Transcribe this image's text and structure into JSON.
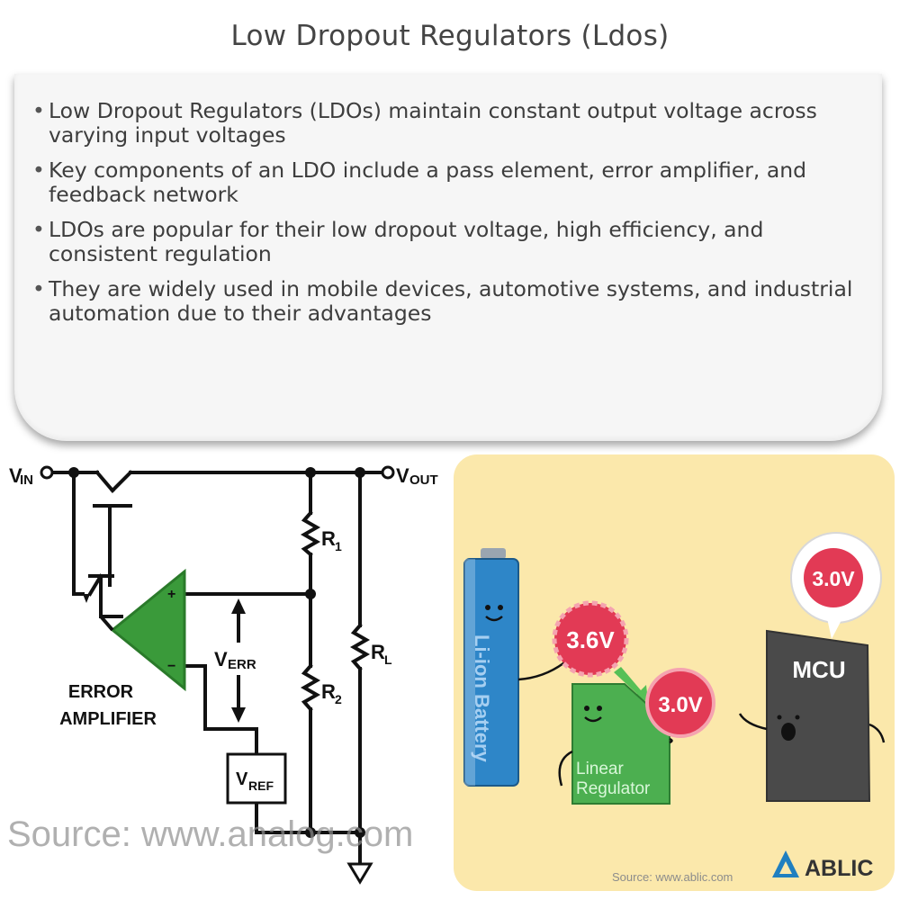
{
  "page": {
    "title": "Low Dropout Regulators (Ldos)"
  },
  "bullets": [
    "Low Dropout Regulators (LDOs) maintain constant output voltage across varying input voltages",
    "Key components of an LDO include a pass element, error amplifier, and feedback network",
    "LDOs are popular for their low dropout voltage, high efficiency, and consistent regulation",
    "They are widely used in mobile devices, automotive systems, and industrial automation due to their advantages"
  ],
  "circuit": {
    "vin_label": "IN",
    "vout_label": "OUT",
    "r1": "R",
    "r1_sub": "1",
    "r2": "R",
    "r2_sub": "2",
    "rl": "R",
    "rl_sub": "L",
    "verr": "V",
    "verr_sub": "ERR",
    "vref": "V",
    "vref_sub": "REF",
    "amp_line1": "ERROR",
    "amp_line2": "AMPLIFIER",
    "plus": "+",
    "minus": "−",
    "source": "Source: www.analog.com",
    "color_amp": "#3a9a3a"
  },
  "illustration": {
    "battery_label": "Li-ion Battery",
    "input_voltage": "3.6V",
    "output_voltage": "3.0V",
    "regulator_label_1": "Linear",
    "regulator_label_2": "Regulator",
    "mcu_label": "MCU",
    "mcu_voltage": "3.0V",
    "source": "Source: www.ablic.com",
    "brand": "ABLIC",
    "colors": {
      "background": "#fbe8ab",
      "battery": "#2e86c8",
      "badge": "#e23a55",
      "regulator": "#4caf50",
      "mcu": "#4a4a4a",
      "brand": "#1f7fc0"
    }
  }
}
